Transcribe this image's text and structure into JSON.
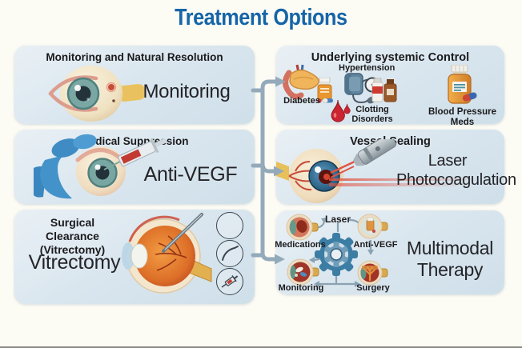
{
  "title": "Treatment Options",
  "left_panels": {
    "monitoring": {
      "header": "Monitoring and Natural Resolution",
      "label": "Monitoring",
      "icon": "eye-icon"
    },
    "medical": {
      "header": "Medical Suppression",
      "label": "Anti-VEGF",
      "icon": "gloved-hand-injection-icon"
    },
    "surgical": {
      "header_line1": "Surgical Clearance",
      "header_line2": "(Vitrectomy)",
      "label": "Vitrectomy",
      "icon": "eye-cross-section-icon",
      "tool_icons": [
        "empty-circle-icon",
        "hook-tool-icon",
        "syringe-tool-icon"
      ]
    }
  },
  "right_panels": {
    "systemic": {
      "header": "Underlying systemic Control",
      "items": [
        {
          "label": "Diabetes",
          "icon": "pancreas-icon"
        },
        {
          "label": "Hypertension",
          "icon": "blood-pressure-monitor-icon"
        },
        {
          "label": "Clotting Disorders",
          "icon": "blood-drops-icon"
        },
        {
          "label": "Blood Pressure Meds",
          "icon": "pill-bottle-icon"
        }
      ]
    },
    "vessel": {
      "header": "Vessel Sealing",
      "label_line1": "Laser",
      "label_line2": "Photocoagulation",
      "icon": "laser-eye-icon"
    },
    "multimodal": {
      "label_line1": "Multimodal",
      "label_line2": "Therapy",
      "center_icon": "gear-icon",
      "nodes": [
        {
          "label": "Medications",
          "icon": "medications-node-icon"
        },
        {
          "label": "Laser"
        },
        {
          "label": "Anti-VEGF",
          "icon": "anti-vegf-node-icon"
        },
        {
          "label": "Monitoring",
          "icon": "monitoring-node-icon"
        },
        {
          "label": "Surgery",
          "icon": "surgery-node-icon"
        }
      ]
    }
  },
  "colors": {
    "title": "#1565a8",
    "panel_bg": "#d8e5ee",
    "arrow": "#93aaba",
    "text": "#1d1d1f"
  }
}
